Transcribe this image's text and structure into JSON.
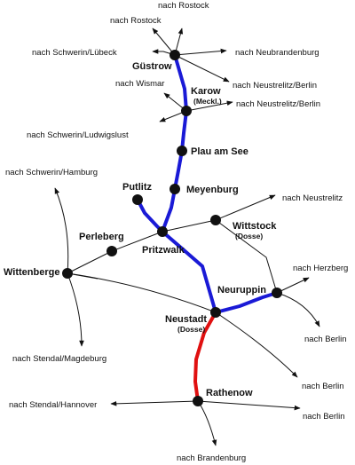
{
  "colors": {
    "blue": "#1a1ad6",
    "red": "#e01010",
    "black": "#111111"
  },
  "stations": {
    "guestrow": "Güstrow",
    "karow": "Karow",
    "karow_sub": "(Meckl.)",
    "plau": "Plau am See",
    "meyenburg": "Meyenburg",
    "putlitz": "Putlitz",
    "wittstock": "Wittstock",
    "wittstock_sub": "(Dosse)",
    "perleberg": "Perleberg",
    "pritzwalk": "Pritzwalk",
    "wittenberge": "Wittenberge",
    "neuruppin": "Neuruppin",
    "neustadt": "Neustadt",
    "neustadt_sub": "(Dosse)",
    "rathenow": "Rathenow"
  },
  "destinations": {
    "rostock_top": "nach Rostock",
    "rostock_left": "nach Rostock",
    "schwerin_luebeck": "nach Schwerin/Lübeck",
    "neubrandenburg": "nach Neubrandenburg",
    "neustrelitz_berlin_1": "nach Neustrelitz/Berlin",
    "wismar": "nach Wismar",
    "neustrelitz_berlin_2": "nach Neustrelitz/Berlin",
    "schwerin_ludwigslust": "nach Schwerin/Ludwigslust",
    "schwerin_hamburg": "nach Schwerin/Hamburg",
    "neustrelitz": "nach Neustrelitz",
    "herzberg": "nach Herzberg",
    "berlin_1": "nach Berlin",
    "stendal_magdeburg": "nach Stendal/Magdeburg",
    "berlin_2": "nach Berlin",
    "stendal_hannover": "nach Stendal/Hannover",
    "berlin_3": "nach Berlin",
    "brandenburg": "nach Brandenburg"
  }
}
